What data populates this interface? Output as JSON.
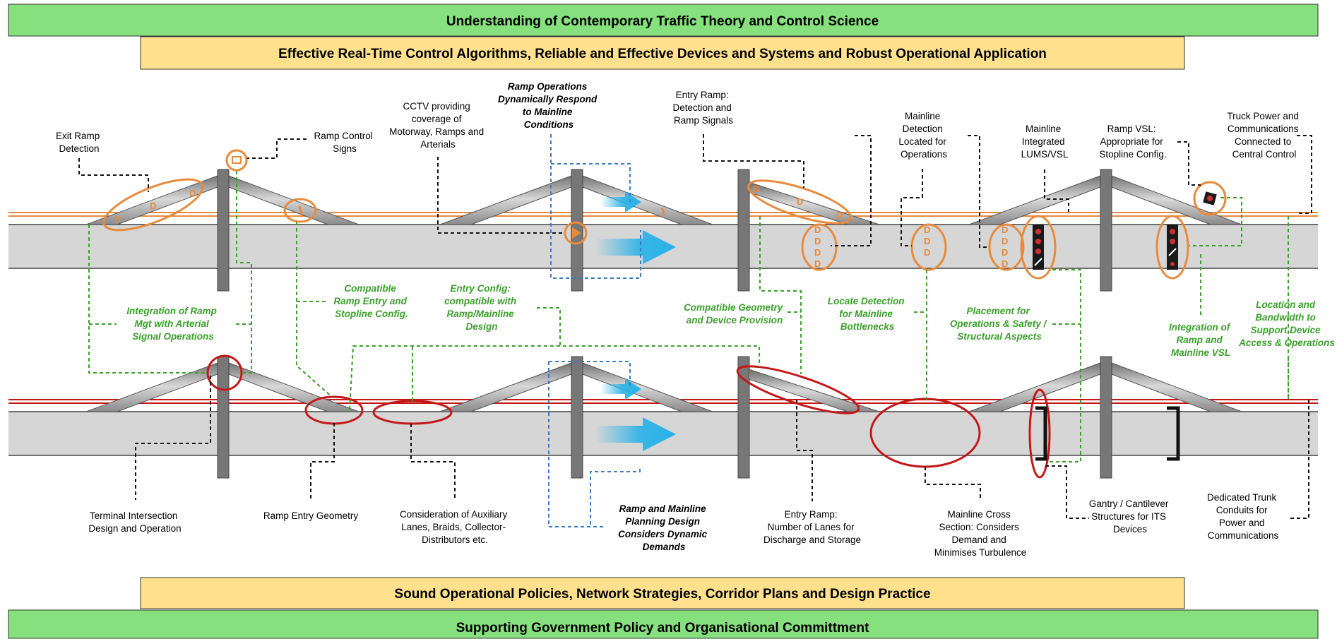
{
  "bands": {
    "top_green": "Understanding of Contemporary Traffic Theory and Control Science",
    "top_yellow": "Effective Real-Time Control Algorithms, Reliable and Effective Devices and Systems and Robust Operational Application",
    "bottom_yellow": "Sound Operational Policies, Network Strategies, Corridor Plans and Design Practice",
    "bottom_green": "Supporting Government Policy and Organisational Committment"
  },
  "colors": {
    "green_band": "#86e07e",
    "yellow_band": "#ffe08c",
    "orange_highlight": "#e88a3c",
    "red_highlight": "#c41818",
    "green_text": "#3aa02a",
    "blue_dashed": "#3a7cc4",
    "arrow_blue": "#28b2e8"
  },
  "top_labels": {
    "exit_ramp_detection": [
      "Exit Ramp",
      "Detection"
    ],
    "ramp_control_signs": [
      "Ramp Control",
      "Signs"
    ],
    "cctv": [
      "CCTV providing",
      "coverage of",
      "Motorway, Ramps and",
      "Arterials"
    ],
    "ramp_operations": [
      "Ramp Operations",
      "Dynamically Respond",
      "to Mainline",
      "Conditions"
    ],
    "entry_ramp_detection": [
      "Entry Ramp:",
      "Detection and",
      "Ramp Signals"
    ],
    "mainline_detection": [
      "Mainline",
      "Detection",
      "Located for",
      "Operations"
    ],
    "mainline_lums": [
      "Mainline",
      "Integrated",
      "LUMS/VSL"
    ],
    "ramp_vsl": [
      "Ramp VSL:",
      "Appropriate for",
      "Stopline Config."
    ],
    "truck_power": [
      "Truck Power and",
      "Communications",
      "Connected to",
      "Central Control"
    ]
  },
  "green_labels": {
    "integration_arterial": [
      "Integration of  Ramp",
      "Mgt with Arterial",
      "Signal Operations"
    ],
    "compatible_ramp_entry": [
      "Compatible",
      "Ramp Entry and",
      "Stopline Config."
    ],
    "entry_config": [
      "Entry Config:",
      "compatible with",
      "Ramp/Mainline",
      "Design"
    ],
    "compatible_geometry": [
      "Compatible Geometry",
      "and Device Provision"
    ],
    "locate_detection": [
      "Locate Detection",
      "for Mainline",
      "Bottlenecks"
    ],
    "placement": [
      "Placement for",
      "Operations & Safety /",
      "Structural Aspects"
    ],
    "integration_vsl": [
      "Integration of",
      "Ramp and",
      "Mainline VSL"
    ],
    "location_bandwidth": [
      "Location and",
      "Bandwidth to",
      "Support Device",
      "Access & Operations"
    ]
  },
  "bottom_labels": {
    "terminal_intersection": [
      "Terminal Intersection",
      "Design and Operation"
    ],
    "ramp_entry_geometry": [
      "Ramp Entry Geometry"
    ],
    "auxiliary_lanes": [
      "Consideration of Auxiliary",
      "Lanes, Braids, Collector-",
      "Distributors etc."
    ],
    "ramp_mainline_planning": [
      "Ramp and Mainline",
      "Planning Design",
      "Considers Dynamic",
      "Demands"
    ],
    "entry_ramp_lanes": [
      "Entry Ramp:",
      "Number of Lanes for",
      "Discharge and Storage"
    ],
    "mainline_cross_section": [
      "Mainline Cross",
      "Section: Considers",
      "Demand and",
      "Minimises Turbulence"
    ],
    "gantry": [
      "Gantry / Cantilever",
      "Structures for ITS",
      "Devices"
    ],
    "dedicated_trunk": [
      "Dedicated Trunk",
      "Conduits for",
      "Power and",
      "Communications"
    ]
  },
  "detector_glyph": "D"
}
